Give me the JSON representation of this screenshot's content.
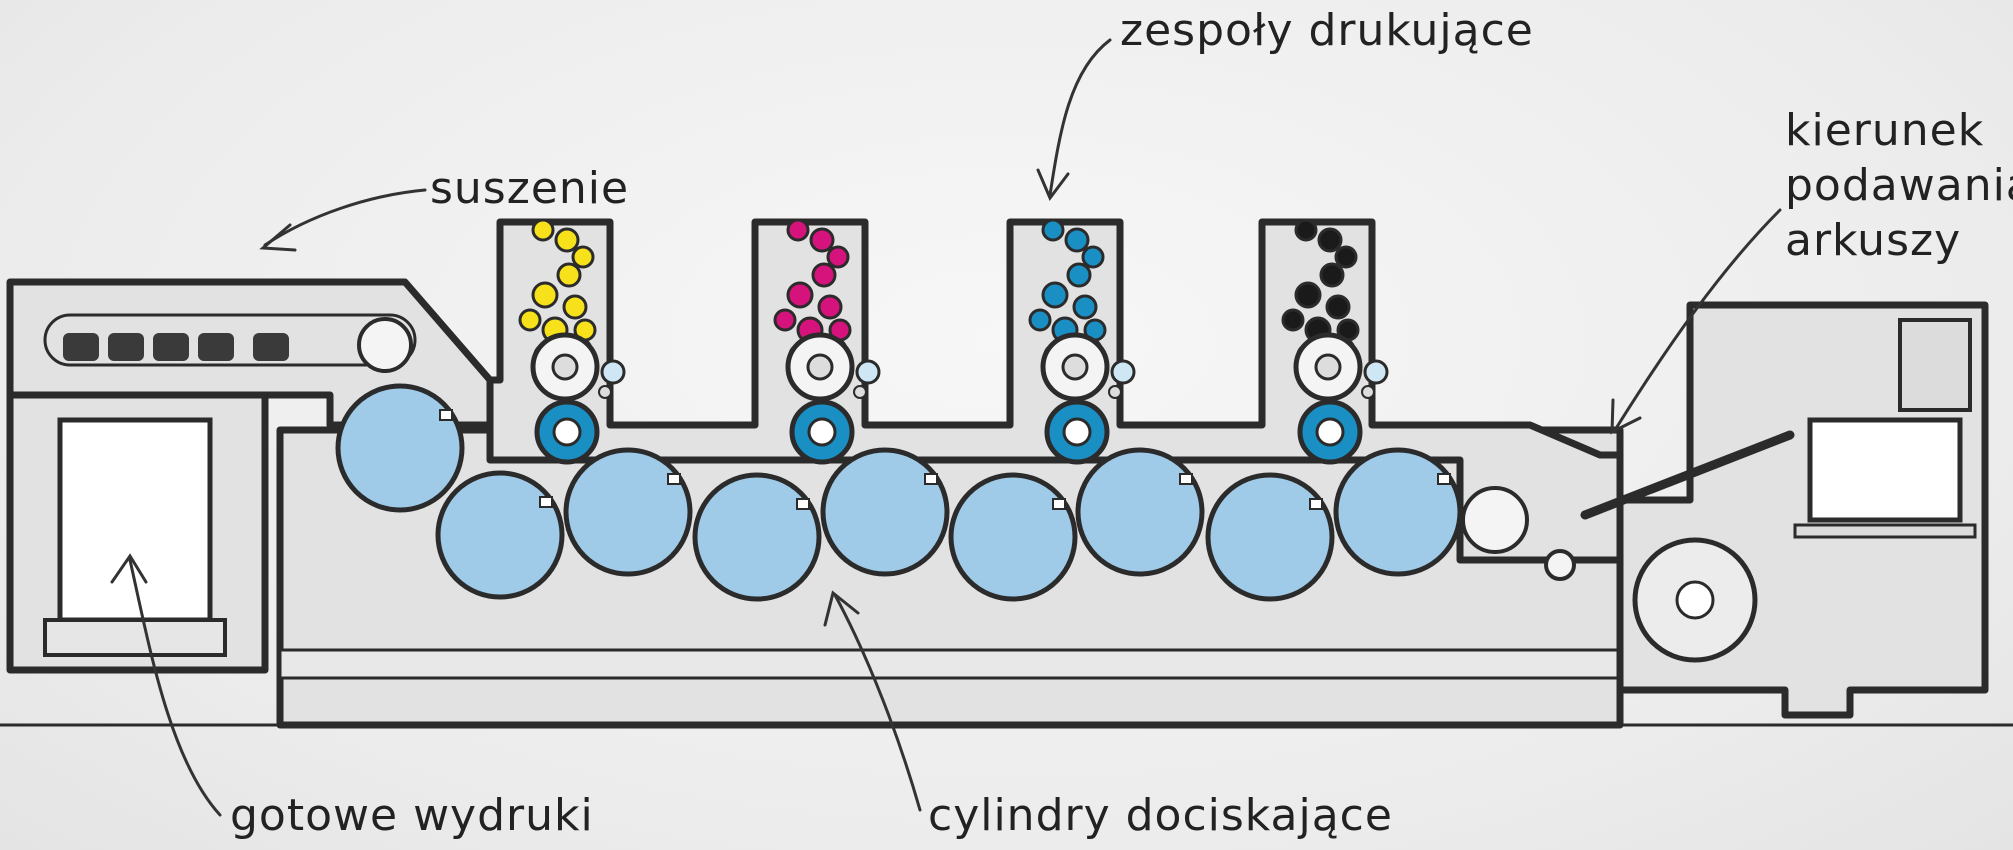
{
  "labels": {
    "printing_units": "zespoły drukujące",
    "drying": "suszenie",
    "feed_direction_1": "kierunek",
    "feed_direction_2": "podawania",
    "feed_direction_3": "arkuszy",
    "finished_prints": "gotowe wydruki",
    "impression_cylinders": "cylindry dociskające"
  },
  "colors": {
    "yellow": "#f7e11a",
    "magenta": "#d6137c",
    "cyan": "#1a8fc4",
    "black": "#1a1a1a",
    "impression_blue": "#9fcbe9",
    "body_grey": "#e2e2e2",
    "outline": "#2b2b2b"
  },
  "printing_units": [
    {
      "name": "yellow-unit",
      "ink": "#f7e11a"
    },
    {
      "name": "magenta-unit",
      "ink": "#d6137c"
    },
    {
      "name": "cyan-unit",
      "ink": "#1a8fc4"
    },
    {
      "name": "black-unit",
      "ink": "#1a1a1a"
    }
  ]
}
